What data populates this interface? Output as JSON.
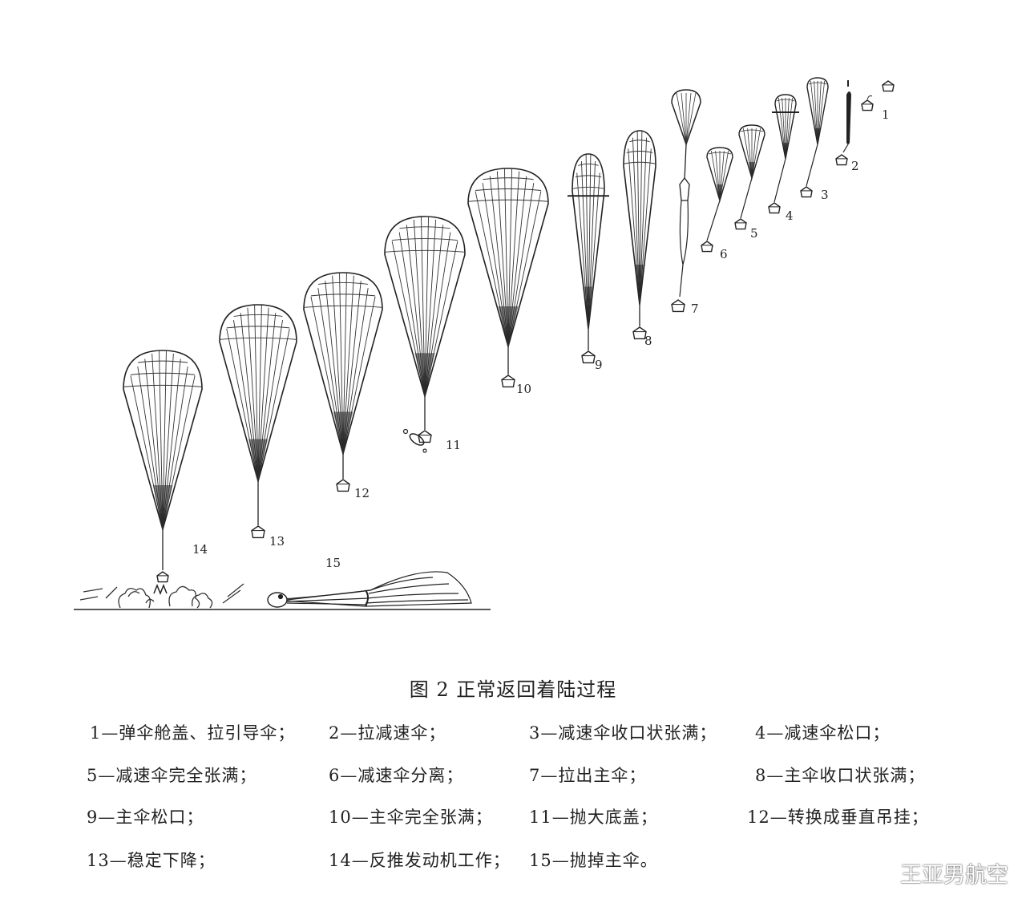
{
  "stages": [
    {
      "label": "1"
    },
    {
      "label": "2"
    },
    {
      "label": "3"
    },
    {
      "label": "4"
    },
    {
      "label": "5"
    },
    {
      "label": "6"
    },
    {
      "label": "7"
    },
    {
      "label": "8"
    },
    {
      "label": "9"
    },
    {
      "label": "10"
    },
    {
      "label": "11"
    },
    {
      "label": "12"
    },
    {
      "label": "13"
    },
    {
      "label": "14"
    },
    {
      "label": "15"
    }
  ],
  "caption": "图 2  正常返回着陆过程",
  "legend": [
    "1—弹伞舱盖、拉引导伞；",
    "2—拉减速伞；",
    "3—减速伞收口状张满；",
    "4—减速伞松口；",
    "5—减速伞完全张满；",
    "6—减速伞分离；",
    "7—拉出主伞；",
    "8—主伞收口状张满；",
    "9—主伞松口；",
    "10—主伞完全张满；",
    "11—抛大底盖；",
    "12—转换成垂直吊挂；",
    "13—稳定下降；",
    "14—反推发动机工作；",
    "15—抛掉主伞。"
  ],
  "watermark": "王亚男航空"
}
